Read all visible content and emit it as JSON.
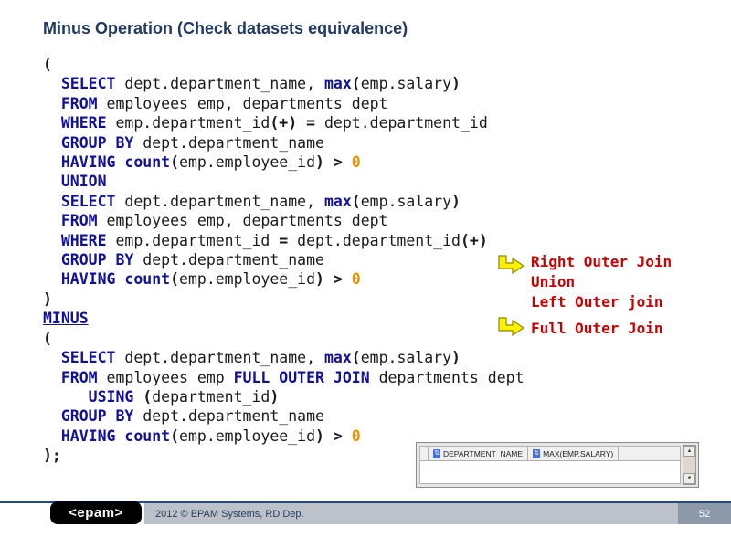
{
  "slide": {
    "title": "Minus Operation (Check datasets equivalence)",
    "footer": {
      "logo_text": "<epam>",
      "copyright": "2012 © EPAM Systems, RD Dep.",
      "page_number": "52"
    }
  },
  "code": {
    "lines": [
      {
        "indent": 0,
        "tokens": [
          [
            "op",
            "("
          ]
        ]
      },
      {
        "indent": 2,
        "tokens": [
          [
            "kw",
            "SELECT"
          ],
          [
            "id",
            " dept.department_name, "
          ],
          [
            "kw",
            "max"
          ],
          [
            "op",
            "("
          ],
          [
            "id",
            "emp.salary"
          ],
          [
            "op",
            ")"
          ]
        ]
      },
      {
        "indent": 2,
        "tokens": [
          [
            "kw",
            "FROM"
          ],
          [
            "id",
            " employees emp, departments dept"
          ]
        ]
      },
      {
        "indent": 2,
        "tokens": [
          [
            "kw",
            "WHERE"
          ],
          [
            "id",
            " emp.department_id"
          ],
          [
            "op",
            "(+)"
          ],
          [
            "id",
            " "
          ],
          [
            "op",
            "="
          ],
          [
            "id",
            " dept.department_id"
          ]
        ]
      },
      {
        "indent": 2,
        "tokens": [
          [
            "kw",
            "GROUP BY"
          ],
          [
            "id",
            " dept.department_name"
          ]
        ]
      },
      {
        "indent": 2,
        "tokens": [
          [
            "kw",
            "HAVING"
          ],
          [
            "id",
            " "
          ],
          [
            "kw",
            "count"
          ],
          [
            "op",
            "("
          ],
          [
            "id",
            "emp.employee_id"
          ],
          [
            "op",
            ")"
          ],
          [
            "id",
            " "
          ],
          [
            "op",
            ">"
          ],
          [
            "id",
            " "
          ],
          [
            "num",
            "0"
          ]
        ]
      },
      {
        "indent": 2,
        "tokens": [
          [
            "kw",
            "UNION"
          ]
        ]
      },
      {
        "indent": 2,
        "tokens": [
          [
            "kw",
            "SELECT"
          ],
          [
            "id",
            " dept.department_name, "
          ],
          [
            "kw",
            "max"
          ],
          [
            "op",
            "("
          ],
          [
            "id",
            "emp.salary"
          ],
          [
            "op",
            ")"
          ]
        ]
      },
      {
        "indent": 2,
        "tokens": [
          [
            "kw",
            "FROM"
          ],
          [
            "id",
            " employees emp, departments dept"
          ]
        ]
      },
      {
        "indent": 2,
        "tokens": [
          [
            "kw",
            "WHERE"
          ],
          [
            "id",
            " emp.department_id "
          ],
          [
            "op",
            "="
          ],
          [
            "id",
            " dept.department_id"
          ],
          [
            "op",
            "(+)"
          ]
        ]
      },
      {
        "indent": 2,
        "tokens": [
          [
            "kw",
            "GROUP BY"
          ],
          [
            "id",
            " dept.department_name"
          ]
        ]
      },
      {
        "indent": 2,
        "tokens": [
          [
            "kw",
            "HAVING"
          ],
          [
            "id",
            " "
          ],
          [
            "kw",
            "count"
          ],
          [
            "op",
            "("
          ],
          [
            "id",
            "emp.employee_id"
          ],
          [
            "op",
            ")"
          ],
          [
            "id",
            " "
          ],
          [
            "op",
            ">"
          ],
          [
            "id",
            " "
          ],
          [
            "num",
            "0"
          ]
        ]
      },
      {
        "indent": 0,
        "tokens": [
          [
            "op",
            ")"
          ]
        ]
      },
      {
        "indent": 0,
        "tokens": [
          [
            "kwu",
            "MINUS"
          ]
        ]
      },
      {
        "indent": 0,
        "tokens": [
          [
            "op",
            "("
          ]
        ]
      },
      {
        "indent": 2,
        "tokens": [
          [
            "kw",
            "SELECT"
          ],
          [
            "id",
            " dept.department_name, "
          ],
          [
            "kw",
            "max"
          ],
          [
            "op",
            "("
          ],
          [
            "id",
            "emp.salary"
          ],
          [
            "op",
            ")"
          ]
        ]
      },
      {
        "indent": 2,
        "tokens": [
          [
            "kw",
            "FROM"
          ],
          [
            "id",
            " employees emp "
          ],
          [
            "kw",
            "FULL OUTER JOIN"
          ],
          [
            "id",
            " departments dept"
          ]
        ]
      },
      {
        "indent": 5,
        "tokens": [
          [
            "kw",
            "USING"
          ],
          [
            "id",
            " "
          ],
          [
            "op",
            "("
          ],
          [
            "id",
            "department_id"
          ],
          [
            "op",
            ")"
          ]
        ]
      },
      {
        "indent": 2,
        "tokens": [
          [
            "kw",
            "GROUP BY"
          ],
          [
            "id",
            " dept.department_name"
          ]
        ]
      },
      {
        "indent": 2,
        "tokens": [
          [
            "kw",
            "HAVING"
          ],
          [
            "id",
            " "
          ],
          [
            "kw",
            "count"
          ],
          [
            "op",
            "("
          ],
          [
            "id",
            "emp.employee_id"
          ],
          [
            "op",
            ")"
          ],
          [
            "id",
            " "
          ],
          [
            "op",
            ">"
          ],
          [
            "id",
            " "
          ],
          [
            "num",
            "0"
          ]
        ]
      },
      {
        "indent": 0,
        "tokens": [
          [
            "op",
            ");"
          ]
        ]
      }
    ]
  },
  "annotations": {
    "group1": [
      "Right Outer Join",
      "Union",
      "Left Outer join"
    ],
    "group2": [
      "Full Outer Join"
    ]
  },
  "result_grid": {
    "columns": [
      "DEPARTMENT_NAME",
      "MAX(EMP.SALARY)"
    ],
    "scroll_up": "▲",
    "scroll_down": "▼",
    "column_icon": "⇅"
  },
  "colors": {
    "title": "#1F3864",
    "keyword": "#10109A",
    "number": "#E69500",
    "annotation": "#CC0000",
    "arrow_fill": "#FFF200",
    "footer_band": "#BDC1C9",
    "footer_page": "#8C99A9"
  }
}
